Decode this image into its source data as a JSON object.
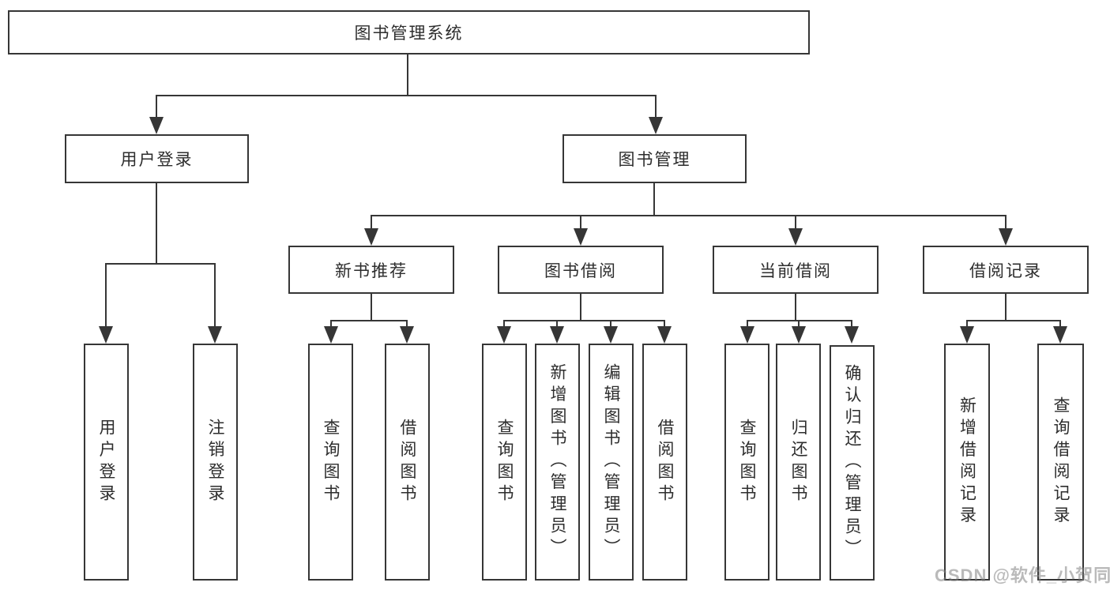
{
  "diagram": {
    "root": {
      "label": "图书管理系统",
      "children": [
        {
          "label": "用户登录",
          "children": [
            {
              "label": "用户登录"
            },
            {
              "label": "注销登录"
            }
          ]
        },
        {
          "label": "图书管理",
          "children": [
            {
              "label": "新书推荐",
              "children": [
                {
                  "label": "查询图书"
                },
                {
                  "label": "借阅图书"
                }
              ]
            },
            {
              "label": "图书借阅",
              "children": [
                {
                  "label": "查询图书"
                },
                {
                  "label": "新增图书（管理员）"
                },
                {
                  "label": "编辑图书（管理员）"
                },
                {
                  "label": "借阅图书"
                }
              ]
            },
            {
              "label": "当前借阅",
              "children": [
                {
                  "label": "查询图书"
                },
                {
                  "label": "归还图书"
                },
                {
                  "label": "确认归还（管理员）"
                }
              ]
            },
            {
              "label": "借阅记录",
              "children": [
                {
                  "label": "新增借阅记录"
                },
                {
                  "label": "查询借阅记录"
                }
              ]
            }
          ]
        }
      ]
    },
    "colors": {
      "line": "#363636",
      "border": "#363636",
      "text": "#2d2d2d",
      "background": "#ffffff",
      "watermark": "#bdbdbd"
    }
  },
  "watermark": {
    "text": "CSDN @软件_小贺同学"
  }
}
